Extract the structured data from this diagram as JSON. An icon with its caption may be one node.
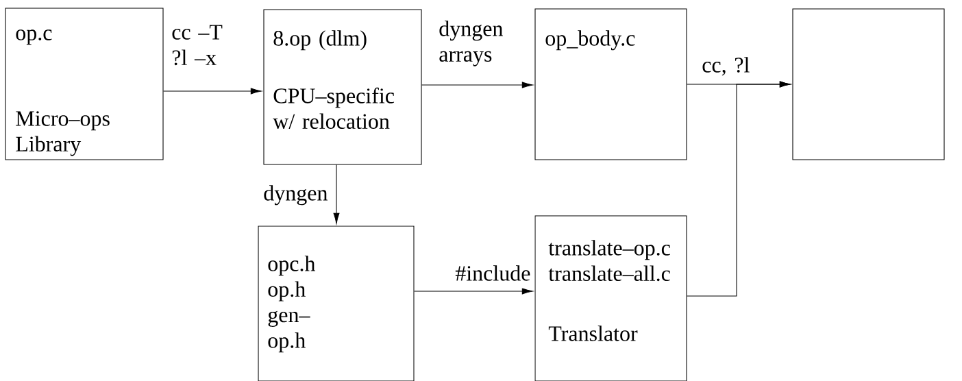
{
  "diagram": {
    "nodes": [
      {
        "text": [
          "op.c",
          "Micro–ops Library"
        ]
      },
      {
        "text": [
          "8.op (dlm)",
          "CPU–specific w/ relocation"
        ]
      },
      {
        "text": [
          "op_body.c"
        ]
      },
      {
        "text": [],
        "shape": "box"
      },
      {
        "text": [
          "opc.h op.h gen–op.h"
        ]
      },
      {
        "text": [
          "translate–op.c translate–all.c",
          "Translator"
        ]
      }
    ],
    "edges": [
      {
        "from": 0,
        "to": 1,
        "arrow": "to",
        "label": "cc –T ?l –x"
      },
      {
        "from": 1,
        "to": 2,
        "arrow": "to",
        "label": "dyngen arrays"
      },
      {
        "from": 1,
        "to": 4,
        "arrow": "to",
        "label": "dyngen"
      },
      {
        "from": 2,
        "to": 3,
        "arrow": "to",
        "label": "cc, ?l"
      },
      {
        "from": 5,
        "to": 3,
        "arrow": "to"
      },
      {
        "from": 4,
        "to": 5,
        "arrow": "to",
        "label": "#include"
      }
    ]
  }
}
